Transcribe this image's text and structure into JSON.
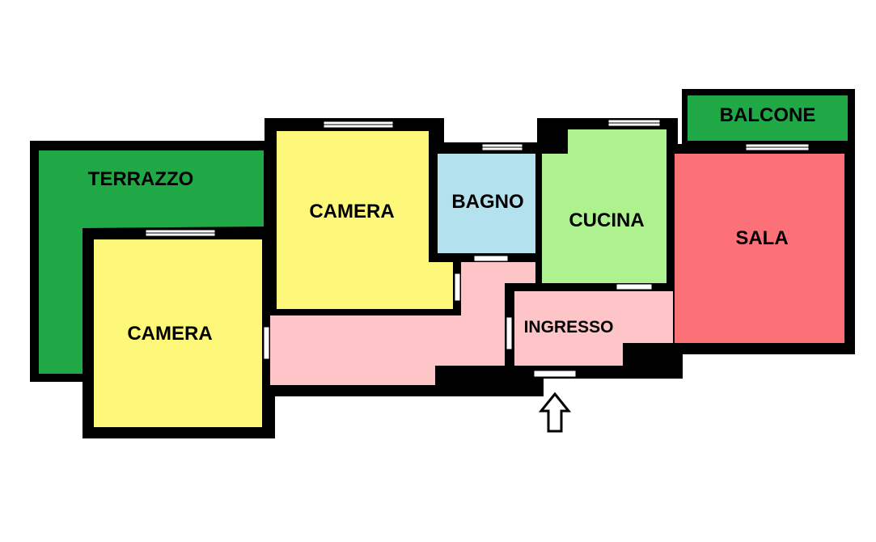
{
  "plan": {
    "wall_color": "#000000",
    "window_color": "#ffffff",
    "rooms": {
      "terrazzo": {
        "label": "TERRAZZO",
        "color": "#21a846"
      },
      "camera_left": {
        "label": "CAMERA",
        "color": "#fdf77a"
      },
      "camera_top": {
        "label": "CAMERA",
        "color": "#fdf77a"
      },
      "bagno": {
        "label": "BAGNO",
        "color": "#b4e1ee"
      },
      "cucina": {
        "label": "CUCINA",
        "color": "#aef18f"
      },
      "balcone": {
        "label": "BALCONE",
        "color": "#21a846"
      },
      "sala": {
        "label": "SALA",
        "color": "#fc7178"
      },
      "ingresso": {
        "label": "INGRESSO",
        "color": "#fec5c8"
      },
      "corridoio": {
        "color": "#fec5c8"
      }
    },
    "entrance_arrow_icon": "up-arrow-outline"
  }
}
